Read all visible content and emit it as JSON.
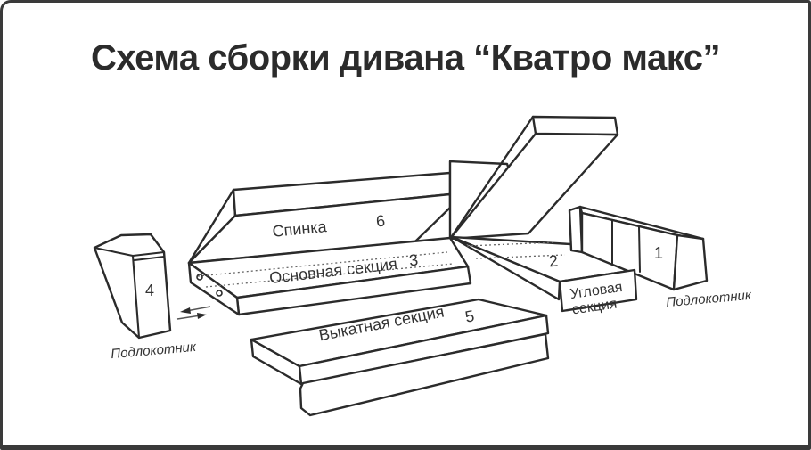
{
  "title": "Схема сборки дивана “Кватро макс”",
  "parts": {
    "back": {
      "label": "Спинка",
      "number": "6"
    },
    "main_section": {
      "label": "Основная секция",
      "number": "3"
    },
    "rollout_section": {
      "label": "Выкатная секция",
      "number": "5"
    },
    "corner_section": {
      "label_line1": "Угловая",
      "label_line2": "секция",
      "number": "2"
    },
    "armrest_left": {
      "label": "Подлокотник",
      "number": "4"
    },
    "armrest_right": {
      "label": "Подлокотник",
      "number": "1"
    }
  },
  "colors": {
    "line": "#2b2b2b",
    "background": "#ffffff",
    "border": "#3a3a3a",
    "text": "#333333"
  }
}
